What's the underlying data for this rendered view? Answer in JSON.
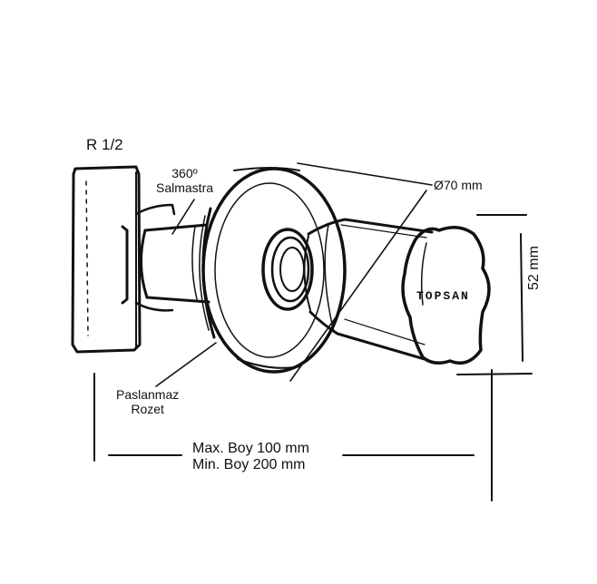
{
  "labels": {
    "thread": "R 1/2",
    "seal_line1": "360º",
    "seal_line2": "Salmastra",
    "diameter": "Ø70 mm",
    "height": "52 mm",
    "rosette_line1": "Paslanmaz",
    "rosette_line2": "Rozet",
    "length_max": "Max. Boy 100 mm",
    "length_min": "Min.  Boy 200 mm",
    "brand": "TOPSAN"
  },
  "colors": {
    "ink": "#111111",
    "background": "#ffffff"
  }
}
